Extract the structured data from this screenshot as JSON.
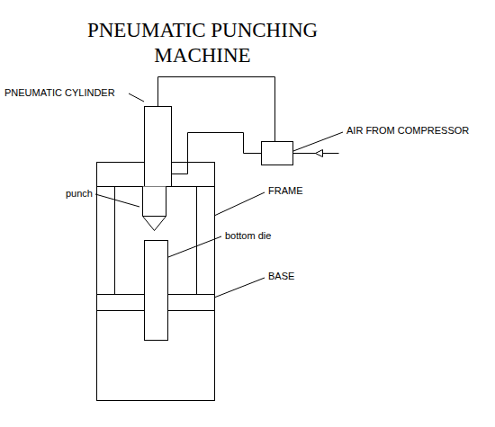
{
  "diagram": {
    "title": "PNEUMATIC PUNCHING MACHINE",
    "labels": [
      "PNEUMATIC CYLINDER",
      "AIR FROM COMPRESSOR",
      "punch",
      "FRAME",
      "bottom die",
      "BASE"
    ]
  }
}
